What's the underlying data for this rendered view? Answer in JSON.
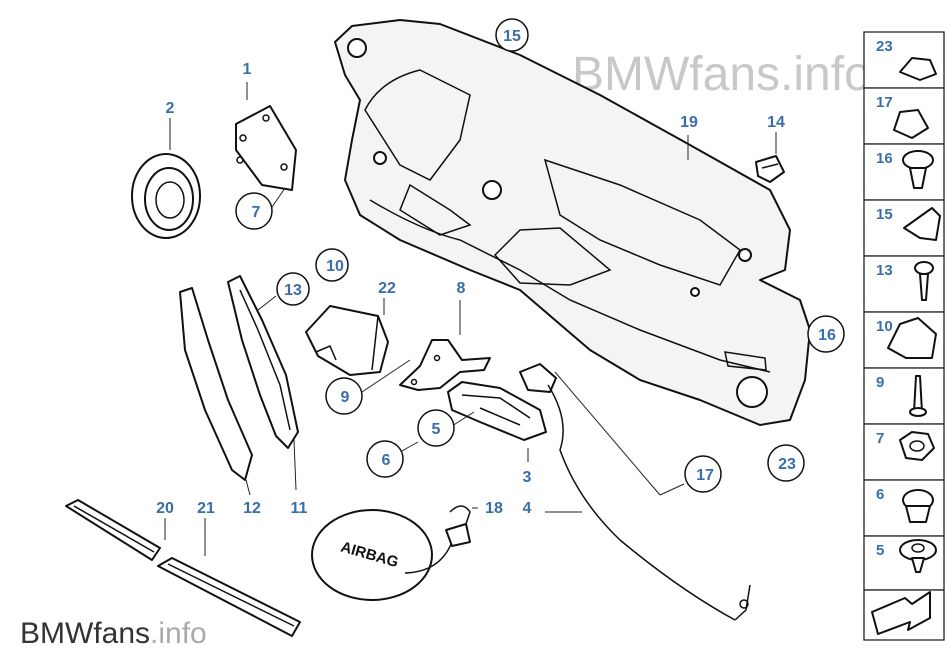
{
  "watermark_top": "BMWfans.info",
  "watermark_bottom_brand": "BMWfans",
  "watermark_bottom_suffix": ".info",
  "airbag_label": "AIRBAG",
  "callouts": {
    "c1": "1",
    "c2": "2",
    "c3": "3",
    "c4": "4",
    "c5": "5",
    "c6": "6",
    "c7": "7",
    "c8": "8",
    "c9": "9",
    "c10": "10",
    "c11": "11",
    "c12": "12",
    "c13": "13",
    "c14": "14",
    "c15": "15",
    "c16": "16",
    "c17": "17",
    "c18": "18",
    "c19": "19",
    "c20": "20",
    "c21": "21",
    "c22": "22",
    "c23": "23"
  },
  "sidebar": {
    "items": [
      "23",
      "17",
      "16",
      "15",
      "13",
      "10",
      "9",
      "7",
      "6",
      "5"
    ],
    "nav_icon": "arrow-icon"
  }
}
